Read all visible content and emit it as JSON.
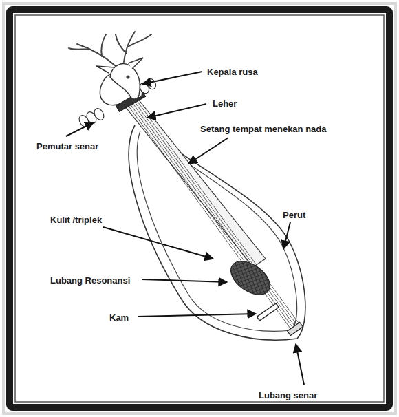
{
  "diagram": {
    "labels": [
      "Kepala rusa",
      "Leher",
      "Setang tempat menekan nada",
      "Pemutar senar",
      "Kulit /triplek",
      "Perut",
      "Lubang Resonansi",
      "Kam",
      "Lubang senar"
    ]
  }
}
